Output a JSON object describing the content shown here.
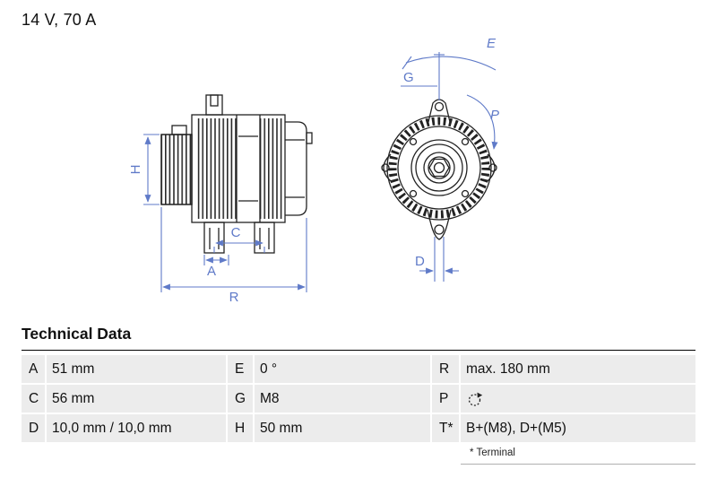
{
  "header": {
    "rating": "14 V, 70 A"
  },
  "drawing": {
    "dimension_color": "#5f7ac8",
    "line_color": "#222222",
    "labels": {
      "H": "H",
      "A": "A",
      "C": "C",
      "R": "R",
      "E": "E",
      "G": "G",
      "P": "P",
      "D": "D"
    }
  },
  "technical_data": {
    "title": "Technical Data",
    "rows": [
      {
        "k1": "A",
        "v1": "51 mm",
        "k2": "E",
        "v2": "0 °",
        "k3": "R",
        "v3": "max. 180 mm"
      },
      {
        "k1": "C",
        "v1": "56 mm",
        "k2": "G",
        "v2": "M8",
        "k3": "P",
        "v3": ""
      },
      {
        "k1": "D",
        "v1": "10,0 mm / 10,0 mm",
        "k2": "H",
        "v2": "50 mm",
        "k3": "T*",
        "v3": "B+(M8), D+(M5)"
      }
    ],
    "rotation_icon": "clockwise-rotation",
    "footnote": "* Terminal"
  }
}
